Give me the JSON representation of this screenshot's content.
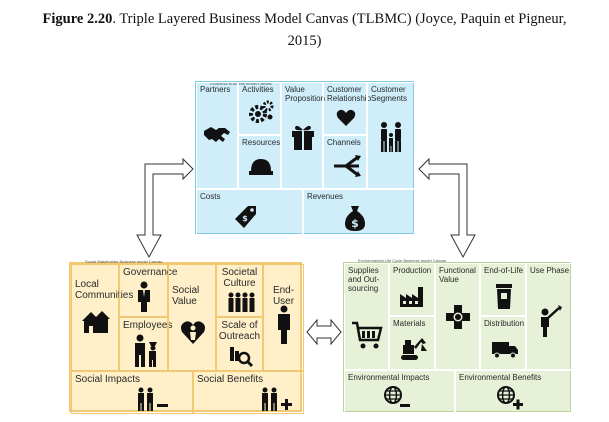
{
  "caption": {
    "figure_number": "Figure 2.20",
    "title": ". Triple Layered Business Model Canvas (TLBMC) (Joyce, Paquin et Pigneur,",
    "title_line2": "2015)"
  },
  "economic": {
    "canvas_label": "Economic Business model Canvas",
    "partners": "Partners",
    "activities": "Activities",
    "value_proposition": "Value Proposition",
    "customer_relationship": "Customer Relationship",
    "customer_segments": "Customer Segments",
    "resources": "Resources",
    "channels": "Channels",
    "costs": "Costs",
    "revenues": "Revenues"
  },
  "social": {
    "canvas_label": "Social Stakeholder Business model Canvas",
    "local_communities": "Local Communities",
    "governance": "Governance",
    "social_value": "Social Value",
    "societal_culture": "Societal Culture",
    "end_user": "End-User",
    "employees": "Employees",
    "scale_of_outreach": "Scale of Outreach",
    "social_impacts": "Social Impacts",
    "social_benefits": "Social Benefits"
  },
  "environmental": {
    "canvas_label": "Environmental Life Cycle Business model Canvas",
    "supplies": "Supplies and Out-sourcing",
    "production": "Production",
    "functional_value": "Functional Value",
    "end_of_life": "End-of-Life",
    "use_phase": "Use Phase",
    "materials": "Materials",
    "distribution": "Distribution",
    "environmental_impacts": "Environmental Impacts",
    "environmental_benefits": "Environmental Benefits"
  },
  "colors": {
    "economic_fill": "#cfeefa",
    "social_fill": "#fff0c9",
    "environmental_fill": "#e6f1d7",
    "icon": "#111111"
  }
}
